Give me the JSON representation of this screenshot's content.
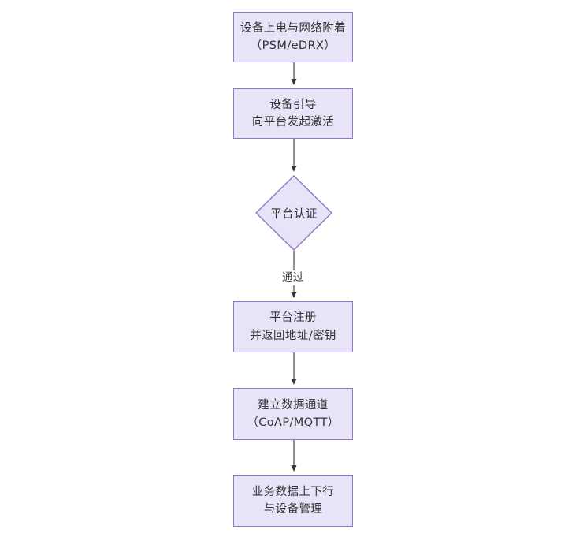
{
  "diagram": {
    "type": "flowchart",
    "orientation": "top-to-bottom",
    "background_color": "#ffffff",
    "node_fill_color": "#e8e4f8",
    "node_border_color": "#9575cd",
    "node_text_color": "#333333",
    "edge_color": "#333333",
    "nodes": [
      {
        "id": "power-on",
        "shape": "rectangle",
        "line_1": "设备上电与网络附着",
        "line_2": "（PSM/eDRX）"
      },
      {
        "id": "bootstrap",
        "shape": "rectangle",
        "line_1": "设备引导",
        "line_2": "向平台发起激活"
      },
      {
        "id": "platform-auth",
        "shape": "diamond",
        "line_1": "平台认证",
        "line_2": ""
      },
      {
        "id": "platform-register",
        "shape": "rectangle",
        "line_1": "平台注册",
        "line_2": "并返回地址/密钥"
      },
      {
        "id": "data-channel",
        "shape": "rectangle",
        "line_1": "建立数据通道",
        "line_2": "（CoAP/MQTT）"
      },
      {
        "id": "service-data",
        "shape": "rectangle",
        "line_1": "业务数据上下行",
        "line_2": "与设备管理"
      }
    ],
    "edges": [
      {
        "id": "e1",
        "from": "power-on",
        "to": "bootstrap",
        "label": ""
      },
      {
        "id": "e2",
        "from": "bootstrap",
        "to": "platform-auth",
        "label": ""
      },
      {
        "id": "e3",
        "from": "platform-auth",
        "to": "platform-register",
        "label": "通过"
      },
      {
        "id": "e4",
        "from": "platform-register",
        "to": "data-channel",
        "label": ""
      },
      {
        "id": "e5",
        "from": "data-channel",
        "to": "service-data",
        "label": ""
      }
    ]
  }
}
